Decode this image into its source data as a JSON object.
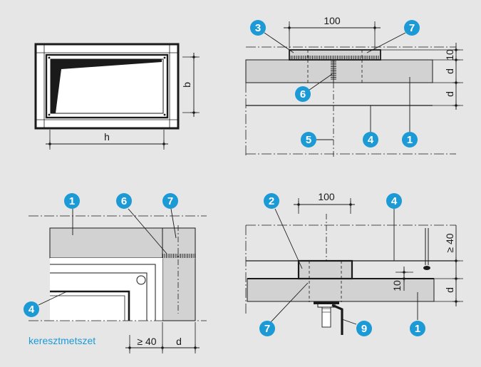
{
  "caption": "keresztmetszet",
  "colors": {
    "background": "#e6e6e6",
    "concrete": "#d2d2d2",
    "line": "#1a1a1a",
    "marker_fill": "#1b9ad6",
    "caption": "#1b9ad6"
  },
  "panel_top_left": {
    "dim_h": "h",
    "dim_b": "b"
  },
  "panel_top_right": {
    "dim_width": "100",
    "dim_10": "10",
    "dim_d1": "d",
    "dim_d2": "d"
  },
  "panel_bottom_left": {
    "dim_ge40": "≥ 40",
    "dim_d": "d"
  },
  "panel_bottom_right": {
    "dim_width": "100",
    "dim_ge40": "≥ 40",
    "dim_10": "10",
    "dim_d": "d"
  },
  "markers": {
    "tr_3": "3",
    "tr_7": "7",
    "tr_6": "6",
    "tr_1": "1",
    "tr_5": "5",
    "tr_4": "4",
    "bl_1": "1",
    "bl_6": "6",
    "bl_7": "7",
    "bl_4": "4",
    "br_2": "2",
    "br_4": "4",
    "br_7": "7",
    "br_9": "9",
    "br_1": "1"
  },
  "icons": {
    "marker": "numbered-callout-circle",
    "dimension": "dimension-tick"
  }
}
